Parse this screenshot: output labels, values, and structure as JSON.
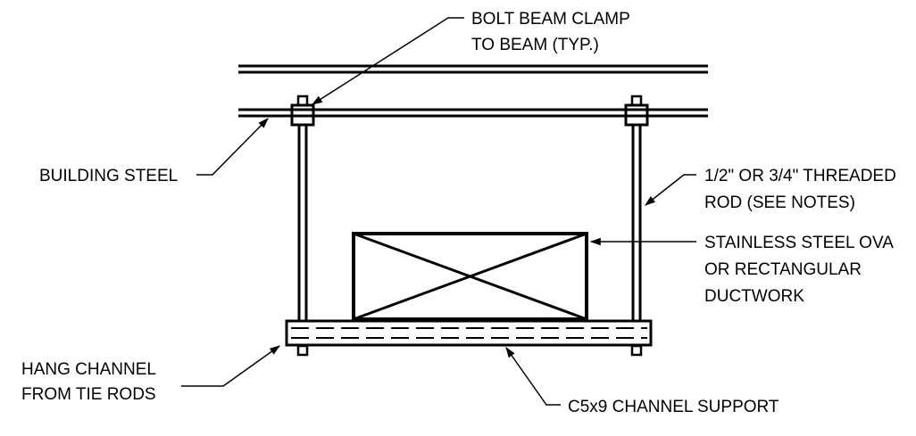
{
  "diagram": {
    "type": "technical-detail",
    "colors": {
      "line": "#000000",
      "background": "#ffffff"
    },
    "callouts": {
      "beam_clamp": [
        "BOLT BEAM CLAMP",
        "TO BEAM (TYP.)"
      ],
      "building_steel": [
        "BUILDING STEEL"
      ],
      "threaded_rod": [
        "1/2\" OR 3/4\" THREADED",
        "ROD (SEE NOTES)"
      ],
      "ductwork": [
        "STAINLESS STEEL OVA",
        "OR RECTANGULAR",
        "DUCTWORK"
      ],
      "hang_channel": [
        "HANG CHANNEL",
        "FROM TIE RODS"
      ],
      "channel_support": [
        "C5x9 CHANNEL SUPPORT"
      ]
    }
  }
}
